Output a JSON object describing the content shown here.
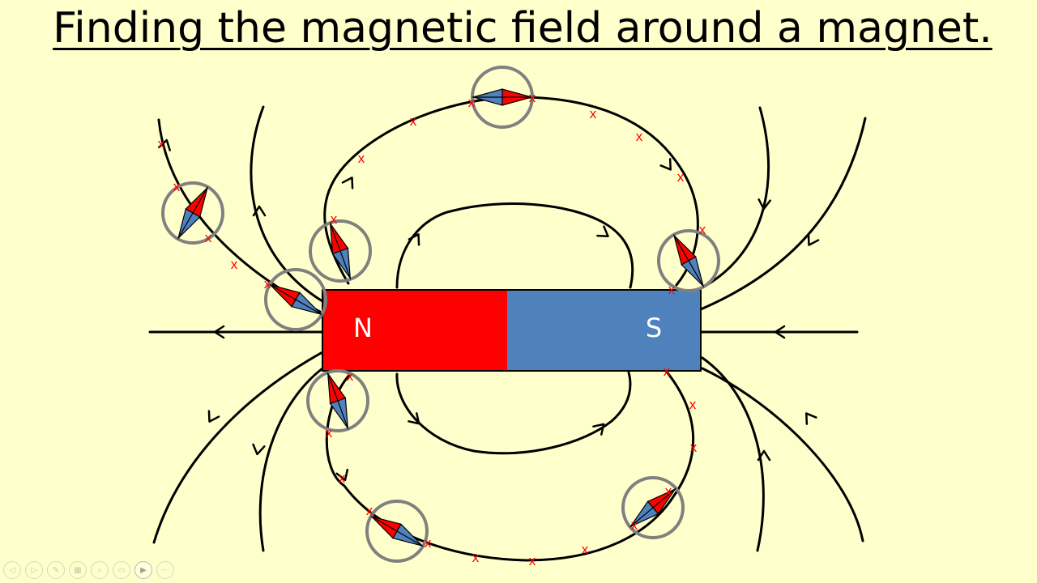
{
  "slide": {
    "title": "Finding the magnetic field around a magnet.",
    "background": "#FFFFCC"
  },
  "magnet": {
    "north_label": "N",
    "south_label": "S",
    "north_color": "#FF0000",
    "south_color": "#4F81BD"
  },
  "marks": {
    "cross_glyph": "x",
    "cross_color": "#FF0000"
  },
  "compass": {
    "red_color": "#FF0000",
    "blue_color": "#4F81BD",
    "ring_color": "#808080"
  },
  "toolbar": {
    "buttons": [
      {
        "name": "previous-slide-button",
        "icon": "triangle-left-icon",
        "glyph": "◁"
      },
      {
        "name": "next-slide-button",
        "icon": "triangle-right-icon",
        "glyph": "▷"
      },
      {
        "name": "pen-button",
        "icon": "pen-icon",
        "glyph": "✎"
      },
      {
        "name": "see-all-slides-button",
        "icon": "slides-grid-icon",
        "glyph": "▦"
      },
      {
        "name": "zoom-button",
        "icon": "magnifier-icon",
        "glyph": "⌕"
      },
      {
        "name": "subtitles-button",
        "icon": "subtitles-icon",
        "glyph": "▭"
      },
      {
        "name": "camera-button",
        "icon": "video-camera-icon",
        "glyph": "▶"
      },
      {
        "name": "more-options-button",
        "icon": "ellipsis-icon",
        "glyph": "⋯"
      }
    ]
  }
}
